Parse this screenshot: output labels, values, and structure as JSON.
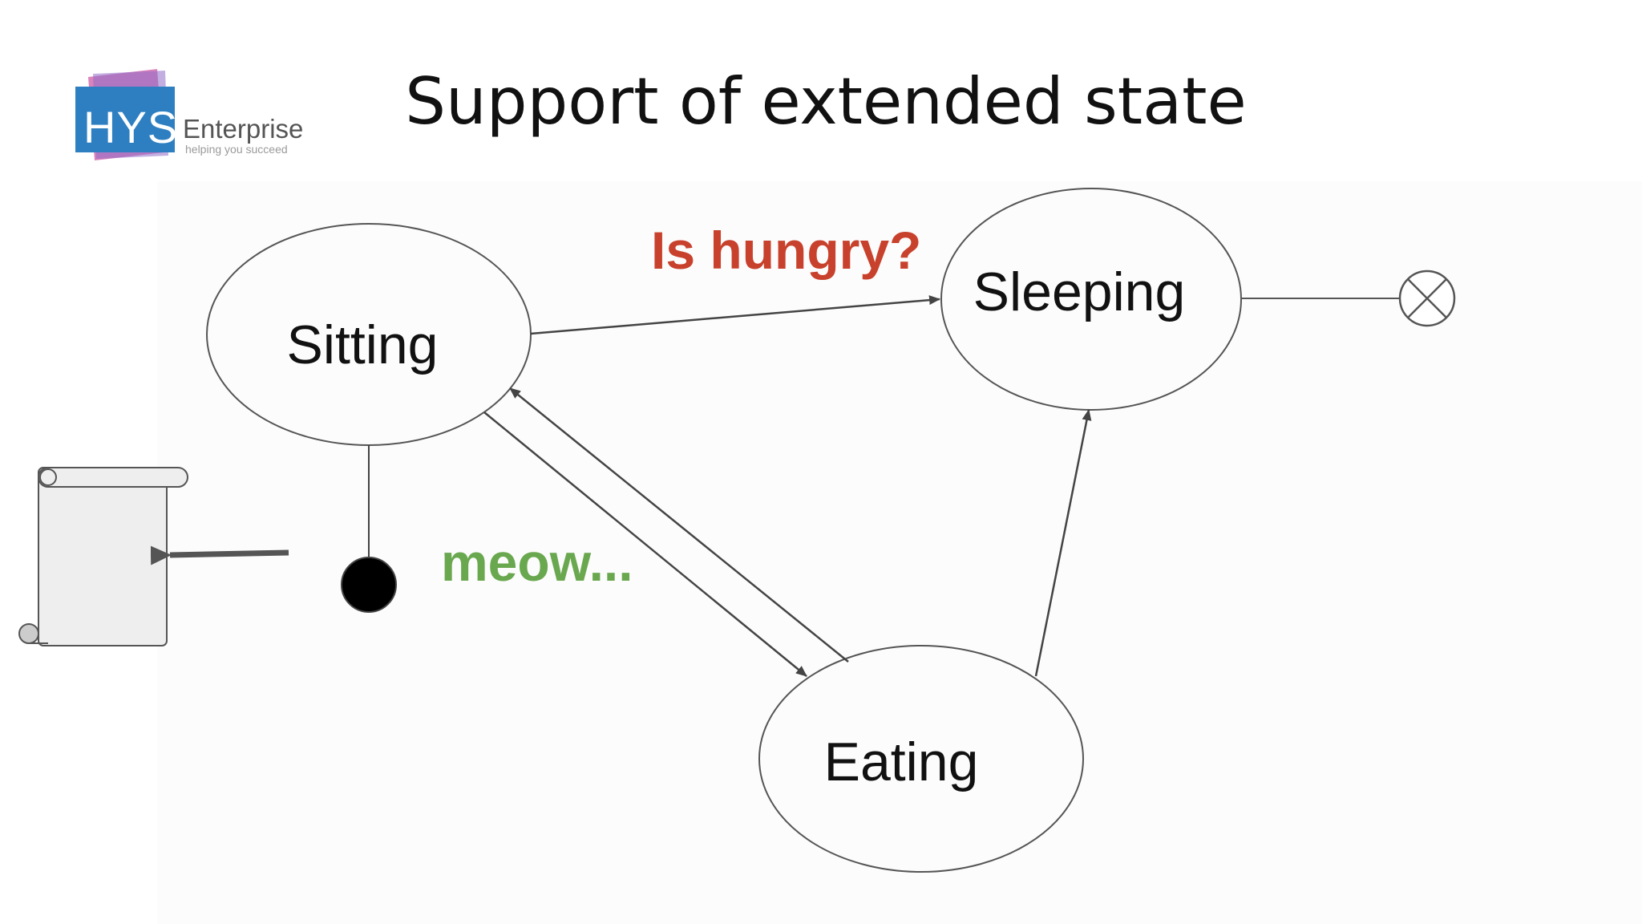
{
  "title": "Support of extended state",
  "logo": {
    "mark": "HYS",
    "name": "Enterprise",
    "tagline": "helping you succeed",
    "colors": {
      "primary": "#2e7fc1",
      "accent": "#d46db0"
    }
  },
  "states": [
    {
      "id": "sitting",
      "label": "Sitting"
    },
    {
      "id": "sleeping",
      "label": "Sleeping"
    },
    {
      "id": "eating",
      "label": "Eating"
    }
  ],
  "transitions": [
    {
      "from": "sitting",
      "to": "sleeping",
      "label": "Is hungry?",
      "label_color": "#c8412c"
    },
    {
      "from": "sitting",
      "to": "eating",
      "label": "meow...",
      "label_color": "#6aa84f"
    },
    {
      "from": "eating",
      "to": "sitting",
      "label": ""
    },
    {
      "from": "eating",
      "to": "sleeping",
      "label": ""
    },
    {
      "from": "initial",
      "to": "sitting",
      "label": ""
    },
    {
      "from": "sleeping",
      "to": "final",
      "label": ""
    }
  ],
  "icons": [
    "logo",
    "initial-state-dot",
    "final-state-icon",
    "scroll-icon"
  ]
}
